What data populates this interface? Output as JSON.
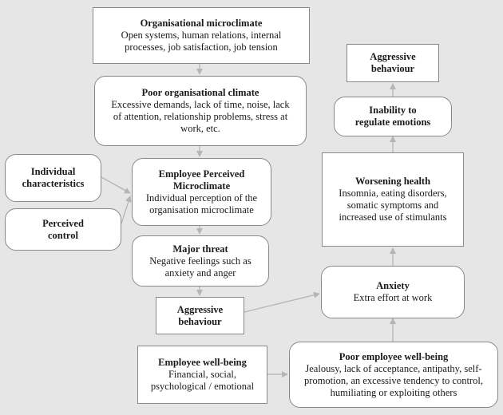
{
  "colors": {
    "background": "#e6e6e6",
    "box_fill": "#ffffff",
    "border": "#8a8a8a",
    "arrow": "#b5b5b5"
  },
  "nodes": {
    "org_microclimate": {
      "title": "Organisational microclimate",
      "body": "Open systems, human relations, internal\nprocesses, job satisfaction, job tension"
    },
    "poor_climate": {
      "title": "Poor organisational climate",
      "body": "Excessive demands, lack of time, noise, lack\nof attention, relationship problems, stress at\nwork, etc."
    },
    "individual_char": {
      "title": "Individual\ncharacteristics"
    },
    "perceived_control": {
      "title": "Perceived\ncontrol"
    },
    "employee_perceived": {
      "title": "Employee Perceived\nMicroclimate",
      "body": "Individual perception of the\norganisation microclimate"
    },
    "major_threat": {
      "title": "Major threat",
      "body": "Negative feelings such as\nanxiety and anger"
    },
    "aggressive_left": {
      "title": "Aggressive\nbehaviour"
    },
    "wellbeing": {
      "title": "Employee well-being",
      "body": "Financial, social,\npsychological / emotional"
    },
    "poor_wellbeing": {
      "title": "Poor employee well-being",
      "body": "Jealousy, lack of acceptance, antipathy, self-\npromotion, an excessive tendency to control,\nhumiliating or exploiting others"
    },
    "anxiety": {
      "title": "Anxiety",
      "body": "Extra effort at work"
    },
    "worsening_health": {
      "title": "Worsening health",
      "body": "Insomnia, eating disorders,\nsomatic symptoms and\nincreased use of stimulants"
    },
    "inability": {
      "title": "Inability to\nregulate emotions"
    },
    "aggressive_right": {
      "title": "Aggressive\nbehaviour"
    }
  }
}
